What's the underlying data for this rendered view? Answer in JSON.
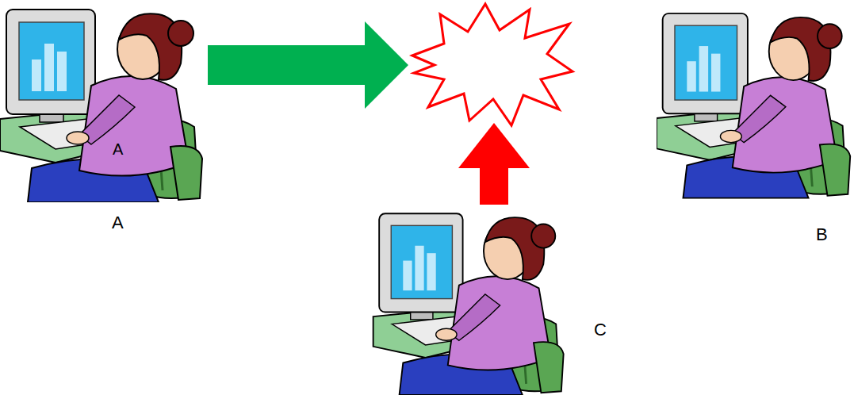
{
  "diagram": {
    "labels": [
      "A",
      "A",
      "B",
      "C"
    ]
  }
}
